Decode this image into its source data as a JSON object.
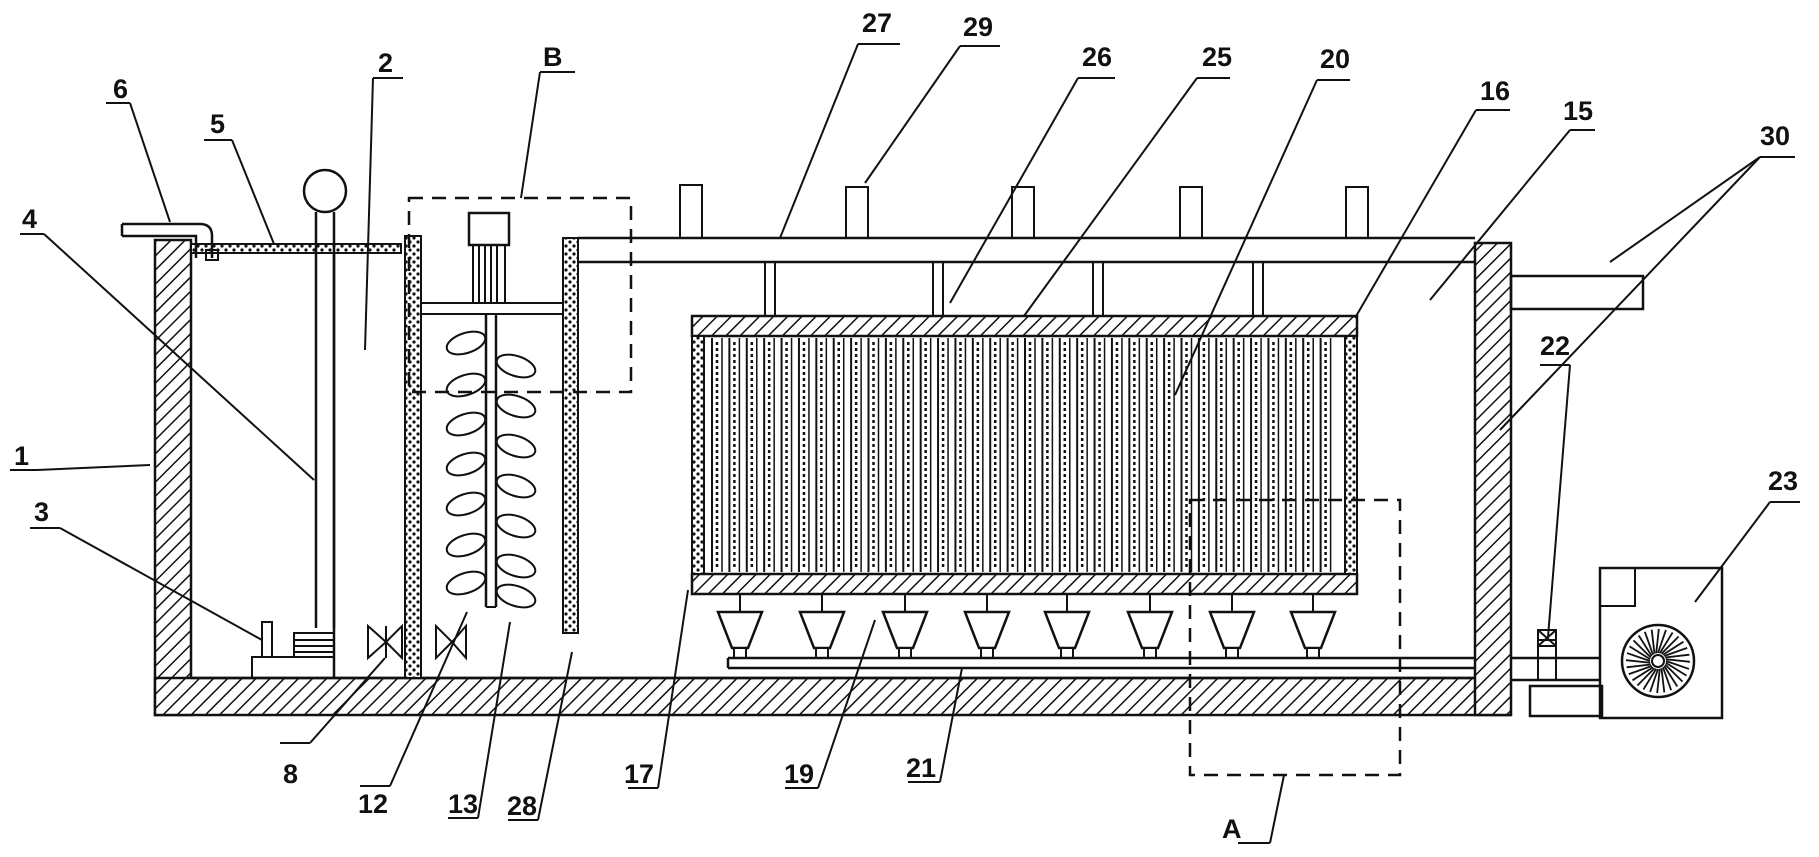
{
  "labels": {
    "l1": "1",
    "l2": "2",
    "l3": "3",
    "l4": "4",
    "l5": "5",
    "l6": "6",
    "l8": "8",
    "l12": "12",
    "l13": "13",
    "l15": "15",
    "l16": "16",
    "l17": "17",
    "l19": "19",
    "l20": "20",
    "l21": "21",
    "l22": "22",
    "l23": "23",
    "l25": "25",
    "l26": "26",
    "l27": "27",
    "l28": "28",
    "l29": "29",
    "l30": "30",
    "lA": "A",
    "lB": "B"
  }
}
